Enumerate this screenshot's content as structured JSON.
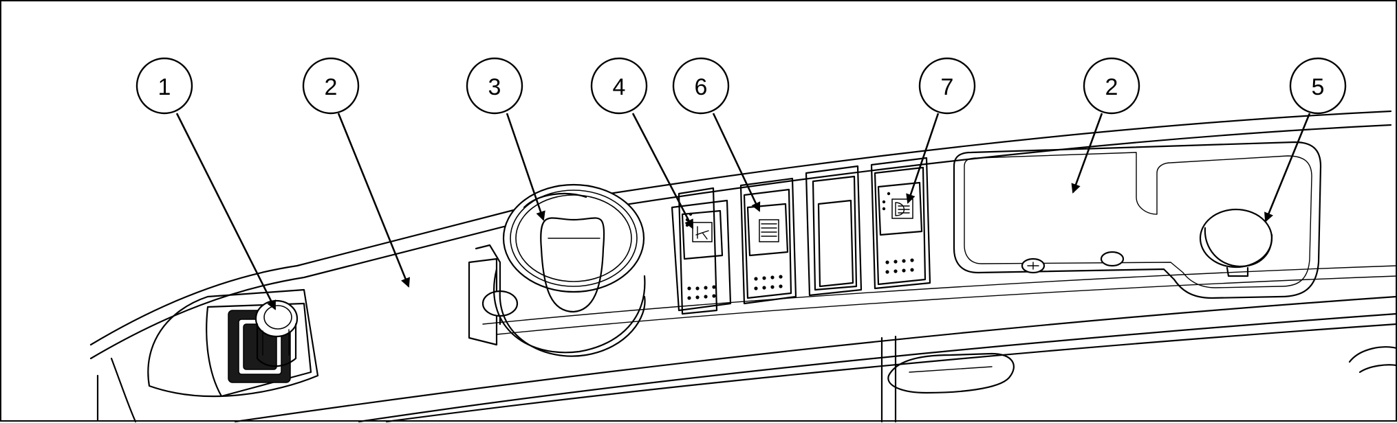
{
  "diagram": {
    "callouts": [
      {
        "id": "c1",
        "label": "1",
        "part": "ignition-key-switch"
      },
      {
        "id": "c2a",
        "label": "2",
        "part": "dash-panel-left"
      },
      {
        "id": "c3",
        "label": "3",
        "part": "throttle-control-knob"
      },
      {
        "id": "c4",
        "label": "4",
        "part": "rocker-switch-horn"
      },
      {
        "id": "c6",
        "label": "6",
        "part": "rocker-switch-slide"
      },
      {
        "id": "c7",
        "label": "7",
        "part": "rocker-switch-lights"
      },
      {
        "id": "c2b",
        "label": "2",
        "part": "dash-panel-right"
      },
      {
        "id": "c5",
        "label": "5",
        "part": "round-cap-plug"
      }
    ]
  }
}
